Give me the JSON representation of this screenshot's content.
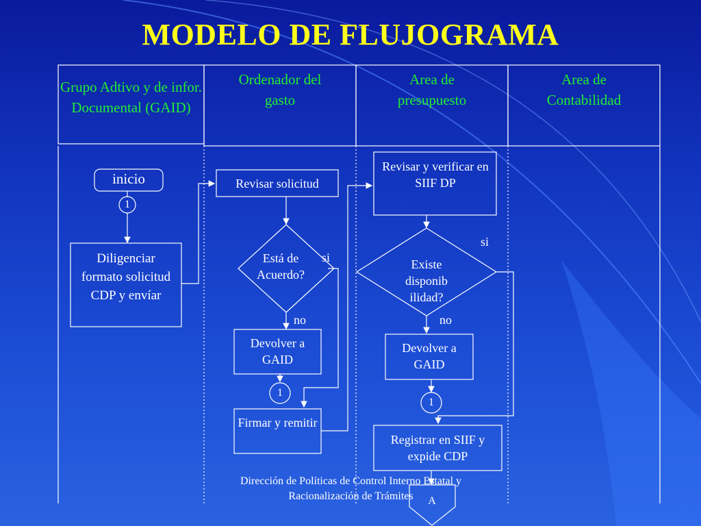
{
  "title": "MODELO DE FLUJOGRAMA",
  "colors": {
    "title": "#ffff1a",
    "header_text": "#22ee33",
    "line": "#ffffff",
    "background": "#1236c0"
  },
  "lanes": [
    {
      "label": "Grupo Adtivo y de infor. Documental (GAID)"
    },
    {
      "label": "Ordenador del gasto"
    },
    {
      "label": "Area de presupuesto"
    },
    {
      "label": "Area de Contabilidad"
    }
  ],
  "nodes": {
    "inicio": "inicio",
    "conn1_a": "1",
    "diligenciar": "Diligenciar formato solicitud CDP y envíar",
    "revisar_solicitud": "Revisar solicitud",
    "esta_de_acuerdo": "Está de Acuerdo?",
    "devolver_gaid_1": "Devolver a GAID",
    "conn1_b": "1",
    "firmar_remitir": "Firmar y remitir",
    "revisar_verificar": "Revisar y verificar en SIIF DP",
    "existe_disponibilidad": "Existe disponib ilidad?",
    "devolver_gaid_2": "Devolver a GAID",
    "conn1_c": "1",
    "registrar": "Registrar en SIIF y expide CDP",
    "conn_a": "A"
  },
  "labels": {
    "si_1": "si",
    "no_1": "no",
    "si_2": "si",
    "no_2": "no"
  },
  "footer": "Dirección de Políticas de Control Interno Estatal y Racionalización de Trámites"
}
